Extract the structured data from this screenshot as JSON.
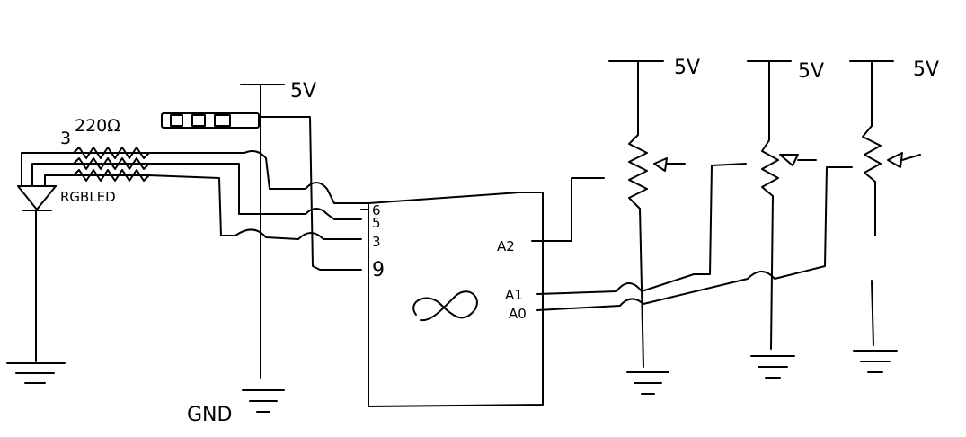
{
  "labels": {
    "gnd": "GND",
    "supply_center": "5V",
    "supply_pot1": "5V",
    "supply_pot2": "5V",
    "supply_pot3": "5V",
    "resistors": "220Ω",
    "resistor_count": "3",
    "led": "RGBLED",
    "pin_6": "6",
    "pin_5": "5",
    "pin_3": "3",
    "pin_9": "9",
    "pin_a2": "A2",
    "pin_a1": "A1",
    "pin_a0": "A0"
  },
  "icons": {
    "board_logo": "infinity-icon",
    "ground": "ground-icon",
    "potentiometer": "potentiometer-icon",
    "resistor": "resistor-icon",
    "led": "led-icon"
  }
}
